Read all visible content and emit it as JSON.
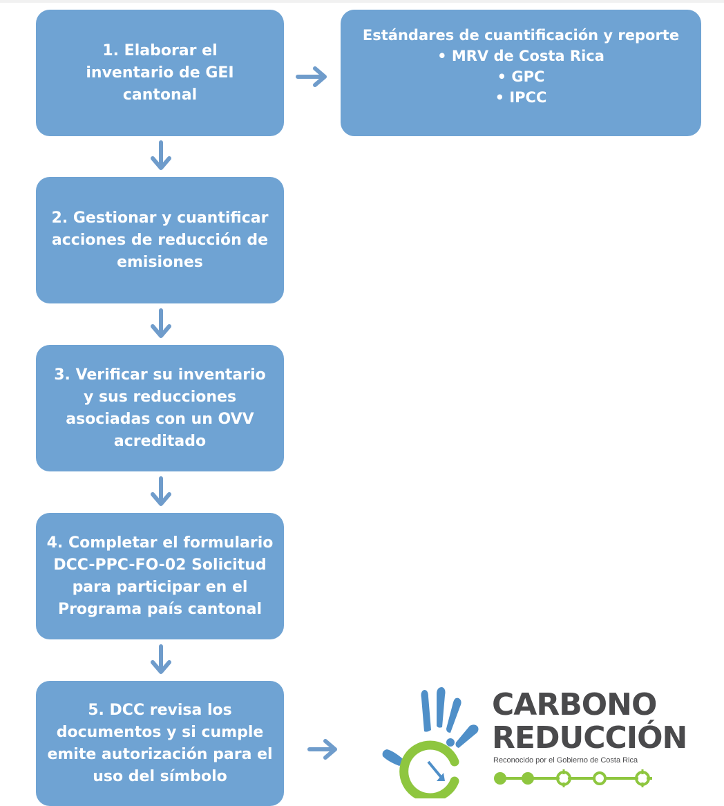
{
  "steps": [
    "1. Elaborar el\ninventario de GEI\ncantonal",
    "2. Gestionar y cuantificar\nacciones de reducción de\nemisiones",
    "3. Verificar su inventario\ny sus reducciones\nasociadas con un OVV\nacreditado",
    "4. Completar el formulario\nDCC-PPC-FO-02 Solicitud\npara participar en el\nPrograma país cantonal",
    "5. DCC revisa los\ndocumentos y si cumple\nemite autorización para el\nuso del símbolo"
  ],
  "standards": {
    "title": "Estándares de cuantificación y reporte",
    "items": [
      "• MRV de Costa Rica",
      "• GPC",
      "• IPCC"
    ]
  },
  "logo": {
    "word1": "CARBONO",
    "word2": "REDUCCIÓN",
    "subtitle": "Reconocido por el Gobierno de Costa Rica"
  },
  "colors": {
    "box": "#6fa3d3",
    "arrow": "#6f9ccb",
    "logo_green": "#8ec63f",
    "logo_blue": "#4f8fc8",
    "logo_gray": "#4a4a4c"
  }
}
